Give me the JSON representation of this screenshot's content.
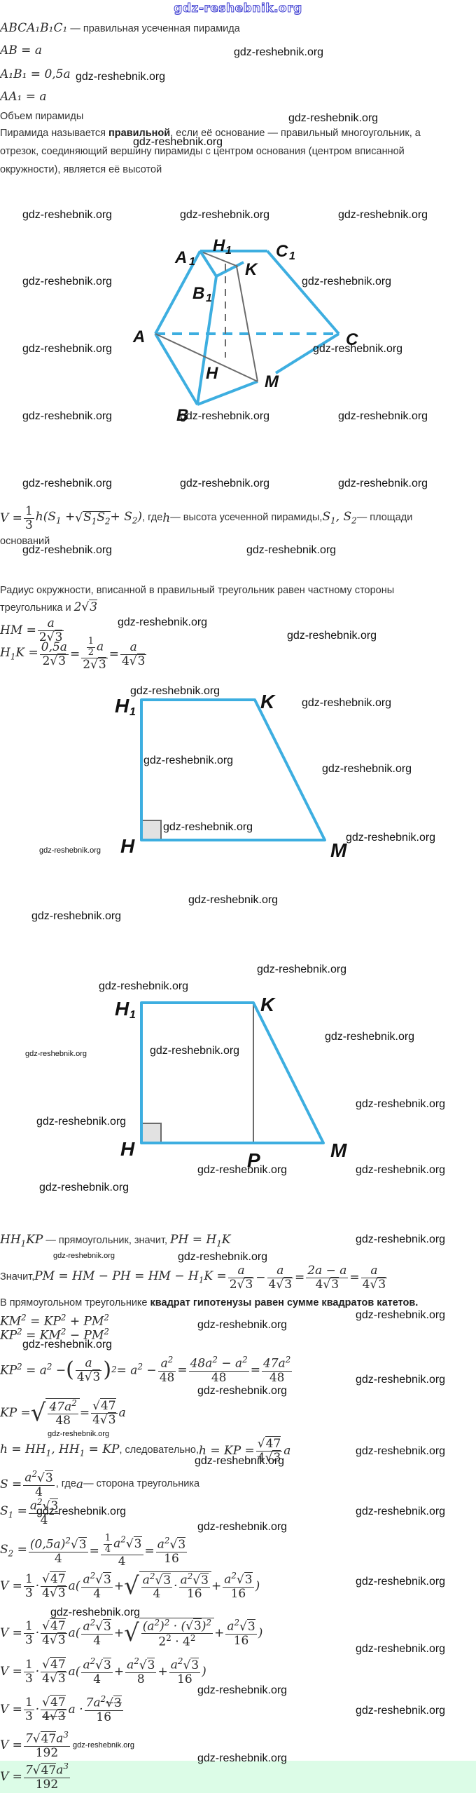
{
  "header": {
    "logo": "gdz-reshebnik.org"
  },
  "watermark": "gdz-reshebnik.org",
  "given": {
    "line1_math": "ABCA₁B₁C₁",
    "line1_text": " — правильная усеченная пирамида",
    "line2": "AB = a",
    "line3": "A₁B₁ = 0,5a",
    "line4": "AA₁ = a"
  },
  "task": "Объем пирамиды",
  "definition": {
    "part1": "Пирамида называется ",
    "bold": "правильной",
    "part2": ", если её основание — правильный многоугольник, а",
    "line2": "отрезок, соединяющий вершину пирамиды с центром основания (центром вписанной",
    "line3": "окружности), является её высотой"
  },
  "figure1": {
    "labels": {
      "A1": "A",
      "H1": "H",
      "C1": "C",
      "K": "K",
      "B1": "B",
      "A": "A",
      "C": "C",
      "H": "H",
      "M": "M",
      "B": "B",
      "sub": "1"
    }
  },
  "formula_volume": {
    "text1": ", где ",
    "text2": "— высота усеченной пирамиды, ",
    "text3": " — площади",
    "text4": "оснований"
  },
  "radius": {
    "line1": "Радиус окружности, вписанной в правильный треугольник равен частному стороны",
    "line2": "треугольника и "
  },
  "figure2": {
    "labels": {
      "H1": "H",
      "K": "K",
      "H": "H",
      "M": "M",
      "sub": "1"
    }
  },
  "figure3": {
    "labels": {
      "H1": "H",
      "K": "K",
      "H": "H",
      "M": "M",
      "P": "P",
      "sub": "1"
    }
  },
  "rect_text": " — прямоугольник, значит, ",
  "therefore": "Значит, ",
  "pythagoras": {
    "plain": "В прямоугольном треугольнике ",
    "bold": "квадрат гипотенузы равен сумме квадратов катетов."
  },
  "consequently": ", следовательно, ",
  "area_text": ", где ",
  "area_text2": " — сторона треугольника",
  "colors": {
    "figure_blue": "#3daee0",
    "figure_gray": "#6b6b6b",
    "answer_bg": "#dcfce7",
    "logo_blue": "#3b3bd1"
  },
  "answer": "V = 7√47a³ / 192"
}
